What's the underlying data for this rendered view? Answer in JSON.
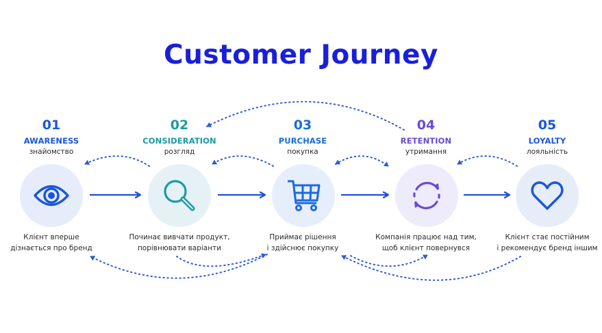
{
  "title": "Customer Journey",
  "colors": {
    "title": "#1a1fd9",
    "arrow": "#1d4fd8",
    "dotted": "#2a5bd7"
  },
  "stages": [
    {
      "number": "01",
      "name": "AWARENESS",
      "name_ua": "знайомство",
      "icon": "eye-icon",
      "color": "#1a56db",
      "circle_bg": "#e6ecfa",
      "description_line1": "Клієнт вперше",
      "description_line2": "дізнається про бренд"
    },
    {
      "number": "02",
      "name": "CONSIDERATION",
      "name_ua": "розгляд",
      "icon": "magnifier-icon",
      "color": "#1a9aa6",
      "circle_bg": "#e6f1f5",
      "description_line1": "Починає вивчати продукт,",
      "description_line2": "порівнювати варіанти"
    },
    {
      "number": "03",
      "name": "PURCHASE",
      "name_ua": "покупка",
      "icon": "shopping-cart-icon",
      "color": "#1a6ae0",
      "circle_bg": "#e7eefb",
      "description_line1": "Приймає рішення",
      "description_line2": "і здійснює покупку"
    },
    {
      "number": "04",
      "name": "RETENTION",
      "name_ua": "утримання",
      "icon": "refresh-cycle-icon",
      "color": "#6a4ad8",
      "circle_bg": "#eeecfa",
      "description_line1": "Компанія працює над тим,",
      "description_line2": "щоб клієнт повернувся"
    },
    {
      "number": "05",
      "name": "LOYALTY",
      "name_ua": "лояльність",
      "icon": "heart-icon",
      "color": "#1a56db",
      "circle_bg": "#e7ecf9",
      "description_line1": "Клієнт стає постійним",
      "description_line2": "і рекомендує бренд іншим"
    }
  ]
}
